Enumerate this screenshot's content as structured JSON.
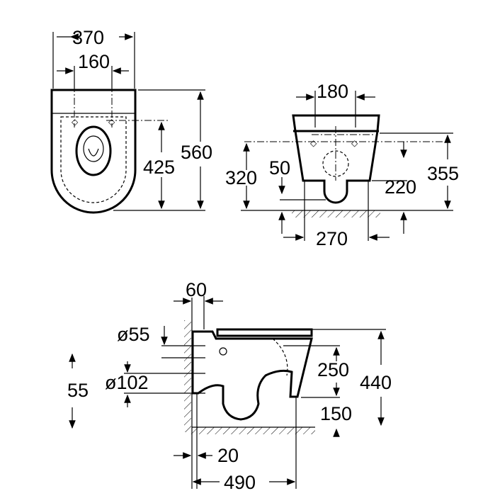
{
  "drawing": {
    "top_view": {
      "width_total": "370",
      "fixing_spacing": "160",
      "depth_total": "560",
      "fixing_to_front": "425"
    },
    "front_view": {
      "fixing_spacing": "180",
      "fixing_height": "320",
      "trap_height": "50",
      "bowl_bottom_height": "220",
      "top_height": "355",
      "outlet_width": "270"
    },
    "side_view": {
      "wall_offset": "60",
      "inlet_diameter": "ø55",
      "outlet_diameter": "ø102",
      "outlet_height": "55",
      "inlet_height": "250",
      "total_height": "440",
      "outlet_above_floor": "150",
      "wall_gap": "20",
      "projection": "490"
    }
  }
}
